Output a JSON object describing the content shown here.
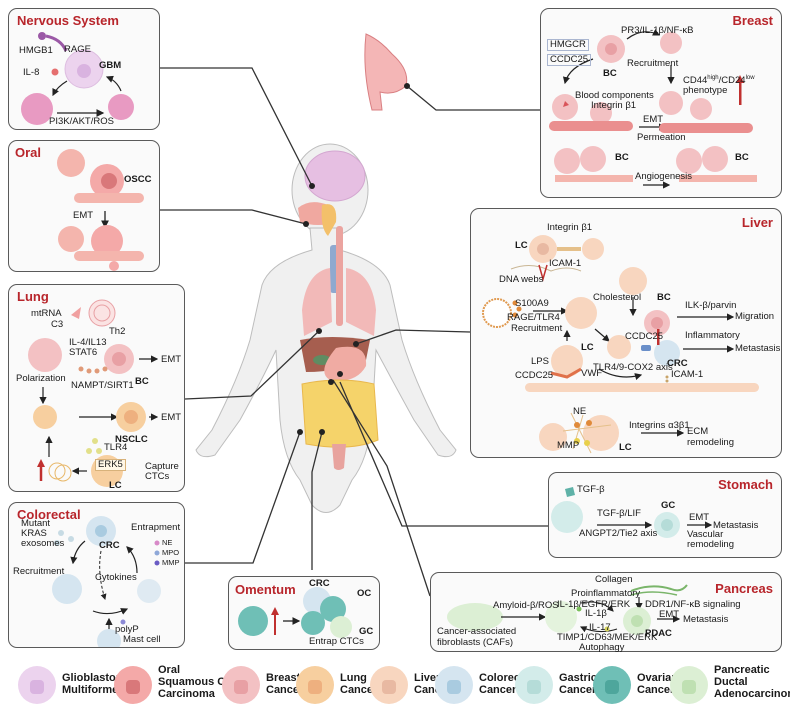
{
  "panels": {
    "nervous": {
      "title": "Nervous System",
      "labels": {
        "hmgb1": "HMGB1",
        "rage": "RAGE",
        "gbm": "GBM",
        "il8": "IL-8",
        "pathway": "PI3K/AKT/ROS"
      }
    },
    "oral": {
      "title": "Oral",
      "labels": {
        "oscc": "OSCC",
        "emt": "EMT"
      }
    },
    "lung": {
      "title": "Lung",
      "labels": {
        "mtrna": "mtRNA",
        "c3": "C3",
        "th2": "Th2",
        "il4": "IL-4/IL13",
        "stat6": "STAT6",
        "emt1": "EMT",
        "polarization": "Polarization",
        "nampt": "NAMPT/SIRT1",
        "bc": "BC",
        "nsclc": "NSCLC",
        "emt2": "EMT",
        "tlr4": "TLR4",
        "erk5": "ERK5",
        "capture": "Capture",
        "ctcs": "CTCs",
        "lc": "LC"
      }
    },
    "colorectal": {
      "title": "Colorectal",
      "labels": {
        "mutant": "Mutant",
        "kras": "KRAS",
        "exosomes": "exosomes",
        "crc": "CRC",
        "entrapment": "Entrapment",
        "ne": "NE",
        "mpo": "MPO",
        "mmp": "MMP",
        "recruitment": "Recruitment",
        "cytokines": "Cytokines",
        "polyp": "polyP",
        "mast": "Mast cell"
      }
    },
    "omentum": {
      "title": "Omentum",
      "labels": {
        "crc": "CRC",
        "oc": "OC",
        "gc": "GC",
        "entrap": "Entrap CTCs"
      }
    },
    "breast": {
      "title": "Breast",
      "labels": {
        "pr3": "PR3/IL-1β/NF-κB",
        "hmgcr": "HMGCR",
        "ccdc25": "CCDC25",
        "bc1": "BC",
        "recruitment": "Recruitment",
        "cd44": "CD44",
        "cd44sup": "high",
        "cd24": "/CD24",
        "cd24sup": "low",
        "phenotype": "phenotype",
        "blood": "Blood components",
        "integrin": "Integrin β1",
        "emt": "EMT",
        "permeation": "Permeation",
        "bc2": "BC",
        "bc3": "BC",
        "angiogenesis": "Angiogenesis"
      }
    },
    "liver": {
      "title": "Liver",
      "labels": {
        "lc1": "LC",
        "integrin": "Integrin β1",
        "icam1": "ICAM-1",
        "dna": "DNA webs",
        "s100a9": "S100A9",
        "rage": "RAGE/TLR4",
        "recruitment": "Recruitment",
        "cholesterol": "Cholesterol",
        "bc": "BC",
        "ilk": "ILK-β/parvin",
        "migration": "Migration",
        "ccdc25a": "CCDC25",
        "inflammatory": "Inflammatory",
        "metastasis": "Metastasis",
        "lc2": "LC",
        "crc": "CRC",
        "lps": "LPS",
        "tlr4": "TLR4/9-COX2 axis",
        "ccdc25b": "CCDC25",
        "vwf": "VWF",
        "icam1b": "ICAM-1",
        "ne": "NE",
        "integrins": "Integrins α3β1",
        "ecm": "ECM",
        "remodeling": "remodeling",
        "mmp": "MMP",
        "lc3": "LC"
      }
    },
    "stomach": {
      "title": "Stomach",
      "labels": {
        "tgfb": "TGF-β",
        "tgflif": "TGF-β/LIF",
        "angpt2": "ANGPT2/Tie2 axis",
        "gc": "GC",
        "emt": "EMT",
        "metastasis": "Metastasis",
        "vascular": "Vascular",
        "remodeling": "remodeling"
      }
    },
    "pancreas": {
      "title": "Pancreas",
      "labels": {
        "collagen": "Collagen",
        "proinflammatory": "Proinflammatory",
        "il1begfr": "IL-1β/EGFR/ERK",
        "ddr1": "DDR1/NF-κB signaling",
        "amyloid": "Amyloid-β/ROS",
        "il1b": "IL-1β",
        "emt": "EMT",
        "metastasis": "Metastasis",
        "il17": "IL-17",
        "pdac": "PDAC",
        "caf1": "Cancer-associated",
        "caf2": "fibroblasts (CAFs)",
        "timp1": "TIMP1/CD63/MEK/ERK",
        "autophagy": "Autophagy"
      }
    }
  },
  "legend": [
    {
      "label": "Glioblastoma\nMultiforme",
      "color": "#ecd3ee",
      "nucleus": "#d9b3e0"
    },
    {
      "label": "Oral\nSquamous Cell\nCarcinoma",
      "color": "#f4a9a8",
      "nucleus": "#d9787a"
    },
    {
      "label": "Breast\nCancer",
      "color": "#f3c1c3",
      "nucleus": "#e8a0a4"
    },
    {
      "label": "Lung\nCancer",
      "color": "#f7cf9f",
      "nucleus": "#eeb07f"
    },
    {
      "label": "Liver\nCancer",
      "color": "#f8d6bf",
      "nucleus": "#e8b9a2"
    },
    {
      "label": "Colorectal\nCancer",
      "color": "#d5e5f0",
      "nucleus": "#a9cbe0"
    },
    {
      "label": "Gastric\nCancer",
      "color": "#d3ecea",
      "nucleus": "#b5dcd8"
    },
    {
      "label": "Ovarian\nCancer",
      "color": "#6fbfb6",
      "nucleus": "#4ea69c"
    },
    {
      "label": "Pancreatic\nDuctal\nAdenocarcinoma",
      "color": "#dcefd4",
      "nucleus": "#bfe0b2"
    }
  ],
  "colors": {
    "title_red": "#b8252b",
    "panel_border": "#5a5a5a",
    "leader_line": "#333333"
  }
}
